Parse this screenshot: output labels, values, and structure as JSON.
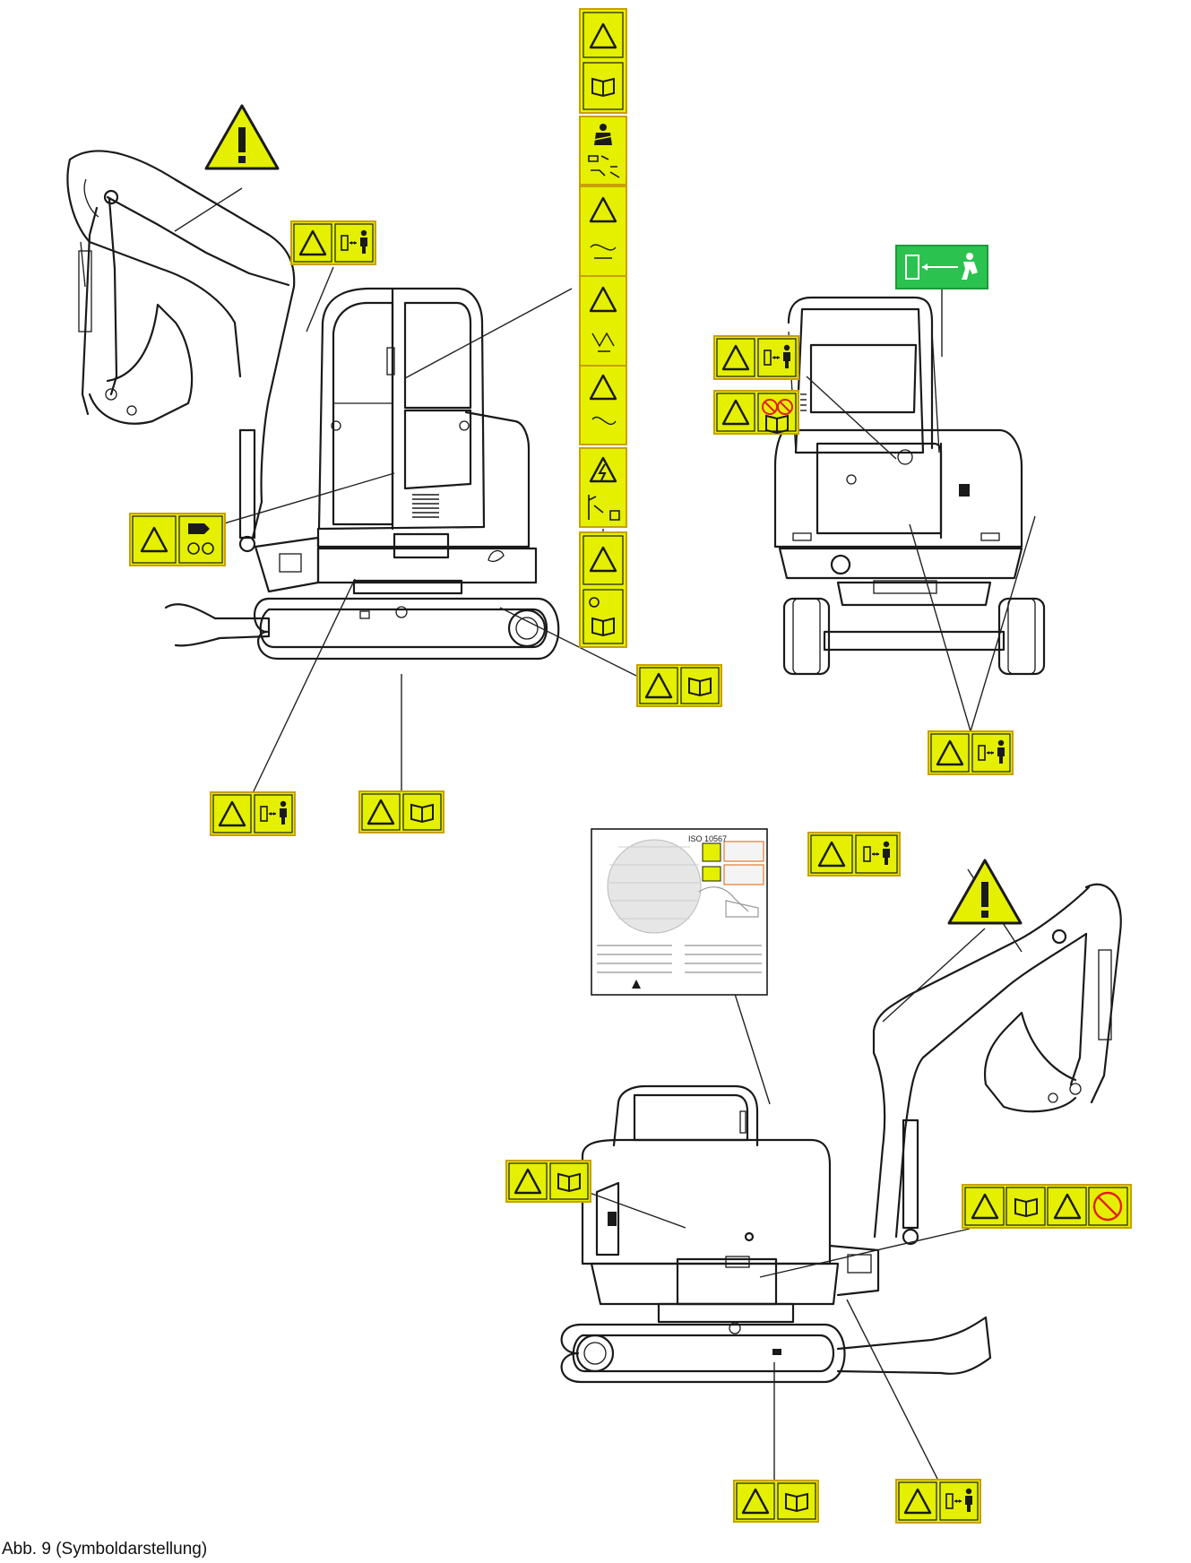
{
  "caption": {
    "figure_label": "Abb. 9",
    "note": "(Symboldarstellung)"
  },
  "load_chart": {
    "title": "ISO 10567"
  },
  "colors": {
    "decal_yellow": "#e4f000",
    "decal_border": "#c9a000",
    "exit_green": "#2bc24f",
    "outline": "#1a1a1a"
  },
  "icons": [
    "warning-triangle-icon",
    "operator-manual-icon",
    "seat-belt-icon",
    "crush-hazard-icon",
    "keep-distance-icon",
    "electrical-hazard-icon",
    "no-access-icon",
    "emergency-exit-icon",
    "explosion-hazard-icon",
    "hot-surface-icon"
  ]
}
